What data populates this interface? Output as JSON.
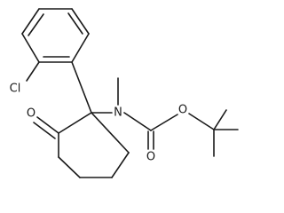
{
  "molecule": {
    "atoms": {
      "chlorine": "Cl",
      "ketone_oxygen": "O",
      "nitrogen": "N",
      "ester_oxygen": "O",
      "carbonyl_oxygen": "O"
    }
  }
}
